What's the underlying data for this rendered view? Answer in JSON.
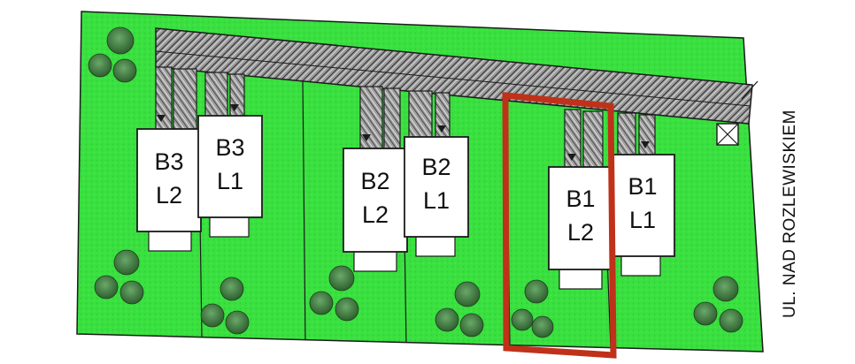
{
  "street": {
    "label": "UL. NAD ROZLEWISKIEM"
  },
  "colors": {
    "grass": "#39e03f",
    "grass_outline": "#1b1b1b",
    "road_fill": "#8c8c8c",
    "building_fill": "#ffffff",
    "highlight": "#c0311a",
    "tree": "#3d7a3d"
  },
  "buildings": [
    {
      "id": "b3-l2",
      "line1": "B3",
      "line2": "L2"
    },
    {
      "id": "b3-l1",
      "line1": "B3",
      "line2": "L1"
    },
    {
      "id": "b2-l2",
      "line1": "B2",
      "line2": "L2"
    },
    {
      "id": "b2-l1",
      "line1": "B2",
      "line2": "L1"
    },
    {
      "id": "b1-l2",
      "line1": "B1",
      "line2": "L2",
      "highlighted": true
    },
    {
      "id": "b1-l1",
      "line1": "B1",
      "line2": "L1"
    }
  ]
}
